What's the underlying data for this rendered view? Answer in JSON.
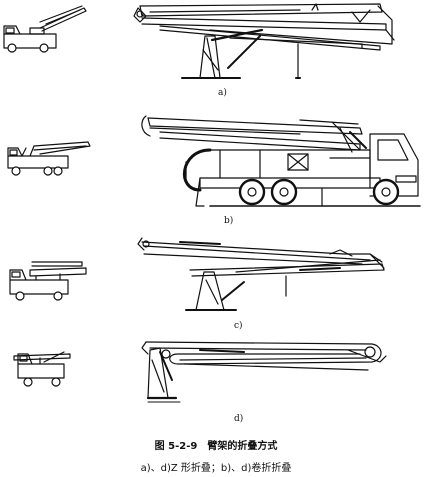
{
  "labels": {
    "a": "a)",
    "b": "b)",
    "c": "c)",
    "d": "d)"
  },
  "caption": {
    "figure_number": "图 5-2-9",
    "title": "臂架的折叠方式",
    "subtitle": "a)、d)Z 形折叠；b)、d)卷折折叠"
  },
  "colors": {
    "ink": "#111111",
    "paper": "#ffffff"
  }
}
